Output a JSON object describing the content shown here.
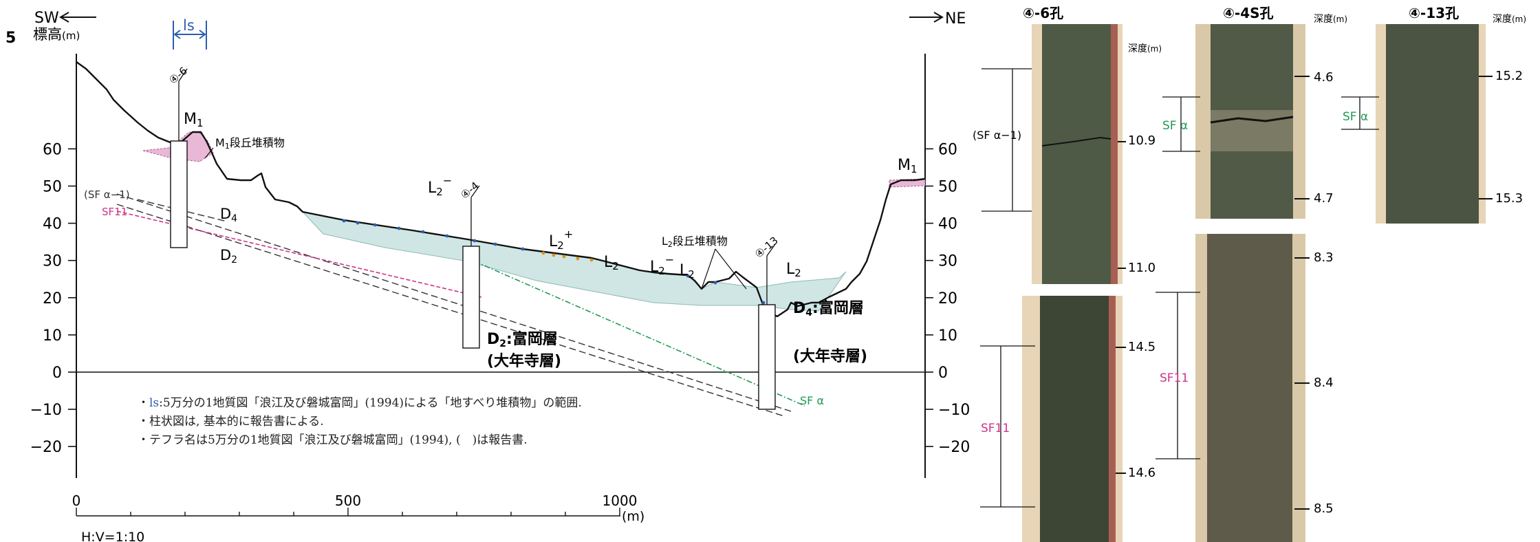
{
  "figure_number": "5",
  "direction_left": "SW",
  "direction_right": "NE",
  "elevation_label": "標高",
  "elevation_unit": "(m)",
  "y_ticks_left": [
    "60",
    "50",
    "40",
    "30",
    "20",
    "10",
    "0",
    "−10",
    "−20"
  ],
  "y_ticks_right": [
    "60",
    "50",
    "40",
    "30",
    "20",
    "10",
    "0",
    "−10",
    "−20"
  ],
  "x_ticks": [
    "0",
    "500",
    "1000"
  ],
  "x_unit": "(m)",
  "scale_text": "H:V=1:10",
  "ls_label": "ls",
  "boreholes": {
    "bh6": "④-6",
    "bh4": "④-4",
    "bh13": "④-13"
  },
  "terraces": {
    "m1_left": "M",
    "m1_right": "M",
    "m1_sub": "1",
    "m1_deposit": "M",
    "m1_deposit_rest": "段丘堆積物",
    "l2_minus_1": "L",
    "l2_plus": "L",
    "l2_a": "L",
    "l2_minus_2": "L",
    "l2_b": "L",
    "l2_c": "L",
    "l_sub": "2",
    "minus": "−",
    "plus": "+",
    "l2_deposit": "L",
    "l2_deposit_rest": "段丘堆積物"
  },
  "strata": {
    "d4": "D",
    "d2": "D",
    "d4_sub": "4",
    "d2_sub": "2",
    "sf_alpha_1": "(SF α−1)",
    "sf11": "SF11",
    "sf_alpha": "SF α",
    "d2_formation": ":富岡層",
    "d2_formation_sub": "(大年寺層)",
    "d4_formation": ":富岡層",
    "d4_formation_sub": "(大年寺層)"
  },
  "notes": {
    "bullet": "・",
    "ls_prefix": "ls",
    "line1_rest": ":5万分の1地質図「浪江及び磐城富岡」(1994)による「地すべり堆積物」の範囲.",
    "line2": "・柱状図は, 基本的に報告書による.",
    "line3": "・テフラ名は5万分の1地質図「浪江及び磐城富岡」(1994), (　)は報告書."
  },
  "cores": {
    "depth_label": "深度",
    "depth_unit": "(m)",
    "hole6_title": "④-6孔",
    "hole4s_title": "④-4S孔",
    "hole13_title": "④-13孔",
    "hole6_top_depths": [
      "10.9",
      "11.0"
    ],
    "hole6_bottom_depths": [
      "14.5",
      "14.6"
    ],
    "hole4s_top_depths": [
      "4.6",
      "4.7"
    ],
    "hole4s_bottom_depths": [
      "8.3",
      "8.4",
      "8.5"
    ],
    "hole13_depths": [
      "15.2",
      "15.3"
    ],
    "hole6_top_marker": "(SF α−1)",
    "hole6_bottom_marker": "SF11",
    "hole4s_top_marker": "SF α",
    "hole4s_bottom_marker": "SF11",
    "hole13_marker": "SF α"
  },
  "colors": {
    "terrace_fill": "#cfe6e4",
    "m1_fill": "#e9b8d6",
    "sf11_line": "#d0338a",
    "sf_alpha_line": "#1f9a55",
    "ls_blue": "#2a5db0"
  }
}
